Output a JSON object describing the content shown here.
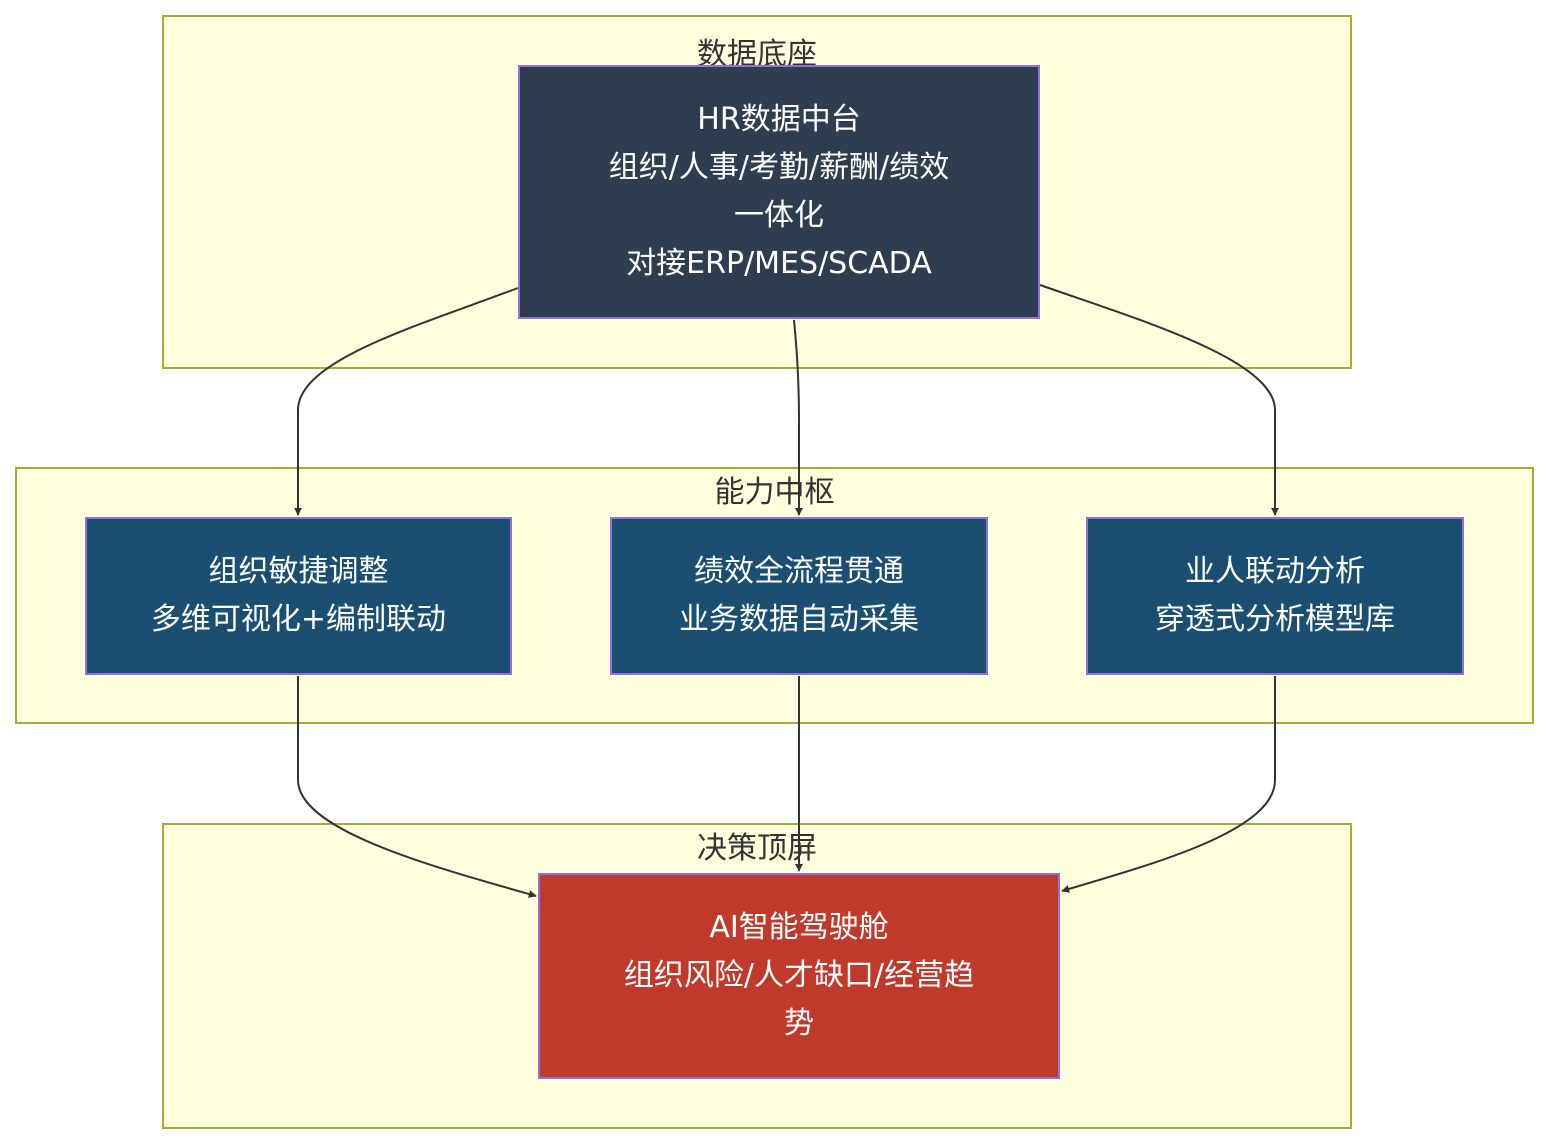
{
  "groups": {
    "data": {
      "title": "数据底座"
    },
    "capability": {
      "title": "能力中枢"
    },
    "decision": {
      "title": "决策顶屏"
    }
  },
  "nodes": {
    "hub": {
      "lines": [
        "HR数据中台",
        "组织/人事/考勤/薪酬/绩效",
        "一体化",
        "对接ERP/MES/SCADA"
      ]
    },
    "org": {
      "lines": [
        "组织敏捷调整",
        "多维可视化+编制联动"
      ]
    },
    "perf": {
      "lines": [
        "绩效全流程贯通",
        "业务数据自动采集"
      ]
    },
    "biz": {
      "lines": [
        "业人联动分析",
        "穿透式分析模型库"
      ]
    },
    "ai": {
      "lines": [
        "AI智能驾驶舱",
        "组织风险/人才缺口/经营趋",
        "势"
      ]
    }
  },
  "edges": [
    {
      "from": "hub",
      "to": "org"
    },
    {
      "from": "hub",
      "to": "perf"
    },
    {
      "from": "hub",
      "to": "biz"
    },
    {
      "from": "org",
      "to": "ai"
    },
    {
      "from": "perf",
      "to": "ai"
    },
    {
      "from": "biz",
      "to": "ai"
    }
  ],
  "colors": {
    "group_fill": "#ffffde",
    "group_border": "#aaaa33",
    "node_border": "#9370db",
    "hub_fill": "#2e3e50",
    "capability_fill": "#1b4f72",
    "decision_fill": "#c0392b",
    "edge": "#333333"
  }
}
